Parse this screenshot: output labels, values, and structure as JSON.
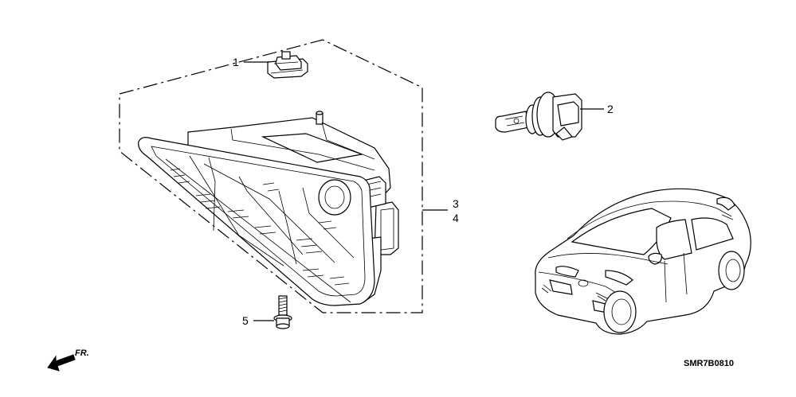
{
  "diagram": {
    "diagram_code": "SMR7B0810",
    "direction_label": "FR.",
    "callouts": [
      {
        "id": "c1",
        "text": "1"
      },
      {
        "id": "c2",
        "text": "2"
      },
      {
        "id": "c3",
        "text": "3"
      },
      {
        "id": "c4",
        "text": "4"
      },
      {
        "id": "c5",
        "text": "5"
      }
    ],
    "parts": [
      {
        "ref": "1",
        "icon": "clip-nut-icon"
      },
      {
        "ref": "2",
        "icon": "bulb-icon"
      },
      {
        "ref": "3",
        "icon": "fog-light-assembly-icon"
      },
      {
        "ref": "4",
        "icon": "fog-light-assembly-icon"
      },
      {
        "ref": "5",
        "icon": "flange-bolt-icon"
      }
    ]
  }
}
